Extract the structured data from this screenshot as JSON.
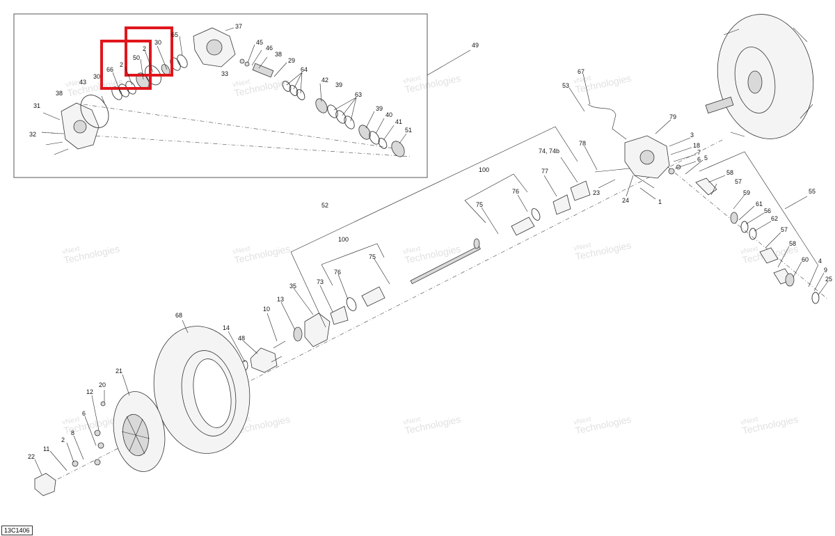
{
  "diagram": {
    "reference_code": "13C1406",
    "watermark": {
      "line1": "vNext",
      "line2": "Technologies",
      "full": "vNext Technologies"
    },
    "highlight_color": "#e0161c",
    "callouts": [
      {
        "id": "c37",
        "label": "37"
      },
      {
        "id": "c65",
        "label": "65"
      },
      {
        "id": "c30a",
        "label": "30"
      },
      {
        "id": "c2a",
        "label": "2"
      },
      {
        "id": "c50",
        "label": "50"
      },
      {
        "id": "c2b",
        "label": "2"
      },
      {
        "id": "c66",
        "label": "66"
      },
      {
        "id": "c30b",
        "label": "30"
      },
      {
        "id": "c43",
        "label": "43"
      },
      {
        "id": "c38a",
        "label": "38"
      },
      {
        "id": "c31",
        "label": "31"
      },
      {
        "id": "c32",
        "label": "32"
      },
      {
        "id": "c45",
        "label": "45"
      },
      {
        "id": "c46",
        "label": "46"
      },
      {
        "id": "c38b",
        "label": "38"
      },
      {
        "id": "c29",
        "label": "29"
      },
      {
        "id": "c64",
        "label": "64"
      },
      {
        "id": "c33",
        "label": "33"
      },
      {
        "id": "c42",
        "label": "42"
      },
      {
        "id": "c39a",
        "label": "39"
      },
      {
        "id": "c63",
        "label": "63"
      },
      {
        "id": "c39b",
        "label": "39"
      },
      {
        "id": "c40",
        "label": "40"
      },
      {
        "id": "c41",
        "label": "41"
      },
      {
        "id": "c51",
        "label": "51"
      },
      {
        "id": "c49",
        "label": "49"
      },
      {
        "id": "c67",
        "label": "67"
      },
      {
        "id": "c53",
        "label": "53"
      },
      {
        "id": "c79",
        "label": "79"
      },
      {
        "id": "c3",
        "label": "3"
      },
      {
        "id": "c18",
        "label": "18"
      },
      {
        "id": "c7",
        "label": "7"
      },
      {
        "id": "c6",
        "label": "6"
      },
      {
        "id": "c5",
        "label": "5"
      },
      {
        "id": "c78",
        "label": "78"
      },
      {
        "id": "c74",
        "label": "74, 74b"
      },
      {
        "id": "c77",
        "label": "77"
      },
      {
        "id": "c23",
        "label": "23"
      },
      {
        "id": "c24",
        "label": "24"
      },
      {
        "id": "c1",
        "label": "1"
      },
      {
        "id": "c58a",
        "label": "58"
      },
      {
        "id": "c57a",
        "label": "57"
      },
      {
        "id": "c59",
        "label": "59"
      },
      {
        "id": "c61",
        "label": "61"
      },
      {
        "id": "c56",
        "label": "56"
      },
      {
        "id": "c62",
        "label": "62"
      },
      {
        "id": "c57b",
        "label": "57"
      },
      {
        "id": "c58b",
        "label": "58"
      },
      {
        "id": "c55",
        "label": "55"
      },
      {
        "id": "c60",
        "label": "60"
      },
      {
        "id": "c4",
        "label": "4"
      },
      {
        "id": "c9",
        "label": "9"
      },
      {
        "id": "c25",
        "label": "25"
      },
      {
        "id": "c100a",
        "label": "100"
      },
      {
        "id": "c76a",
        "label": "76"
      },
      {
        "id": "c75a",
        "label": "75"
      },
      {
        "id": "c52",
        "label": "52"
      },
      {
        "id": "c100b",
        "label": "100"
      },
      {
        "id": "c76b",
        "label": "76"
      },
      {
        "id": "c75b",
        "label": "75"
      },
      {
        "id": "c35",
        "label": "35"
      },
      {
        "id": "c73",
        "label": "73"
      },
      {
        "id": "c13",
        "label": "13"
      },
      {
        "id": "c10",
        "label": "10"
      },
      {
        "id": "c68",
        "label": "68"
      },
      {
        "id": "c14",
        "label": "14"
      },
      {
        "id": "c48",
        "label": "48"
      },
      {
        "id": "c21",
        "label": "21"
      },
      {
        "id": "c20",
        "label": "20"
      },
      {
        "id": "c12",
        "label": "12"
      },
      {
        "id": "c6b",
        "label": "6"
      },
      {
        "id": "c11",
        "label": "11"
      },
      {
        "id": "c2c",
        "label": "2"
      },
      {
        "id": "c8",
        "label": "8"
      },
      {
        "id": "c22",
        "label": "22"
      }
    ]
  }
}
